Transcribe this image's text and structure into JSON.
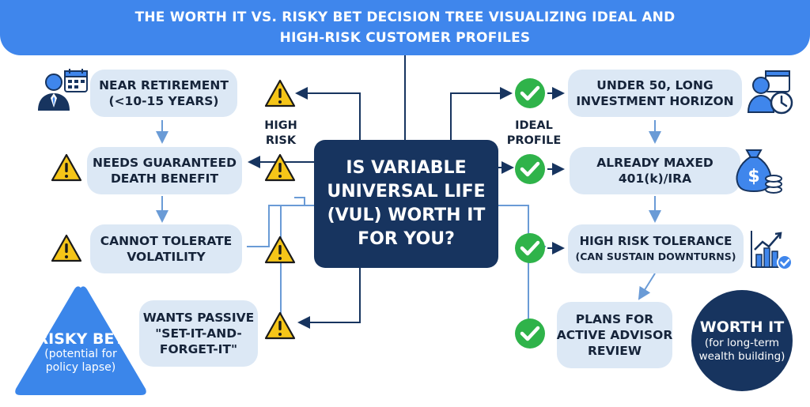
{
  "title": {
    "line1": "THE WORTH IT VS. RISKY BET DECISION TREE VISUALIZING IDEAL AND",
    "line2": "HIGH-RISK CUSTOMER PROFILES"
  },
  "center": {
    "line1": "IS VARIABLE",
    "line2": "UNIVERSAL LIFE",
    "line3": "(VUL) WORTH IT",
    "line4": "FOR YOU?"
  },
  "high_risk_label": {
    "line1": "HIGH",
    "line2": "RISK"
  },
  "ideal_label": {
    "line1": "IDEAL",
    "line2": "PROFILE"
  },
  "left_nodes": [
    {
      "line1": "NEAR RETIREMENT",
      "line2": "(<10-15 YEARS)"
    },
    {
      "line1": "NEEDS GUARANTEED",
      "line2": "DEATH BENEFIT"
    },
    {
      "line1": "CANNOT TOLERATE",
      "line2": "VOLATILITY"
    },
    {
      "line1": "WANTS PASSIVE",
      "line2": "\"SET-IT-AND-",
      "line3": "FORGET-IT\""
    }
  ],
  "right_nodes": [
    {
      "line1": "UNDER 50, LONG",
      "line2": "INVESTMENT HORIZON"
    },
    {
      "line1": "ALREADY MAXED",
      "line2": "401(k)/IRA"
    },
    {
      "line1": "HIGH RISK TOLERANCE",
      "line2": "(CAN SUSTAIN DOWNTURNS)"
    },
    {
      "line1": "PLANS FOR",
      "line2": "ACTIVE ADVISOR",
      "line3": "REVIEW"
    }
  ],
  "risky_bet": {
    "title": "RISKY BET",
    "line1": "(potential for",
    "line2": "policy lapse)"
  },
  "worth_it": {
    "title": "WORTH IT",
    "line1": "(for long-term",
    "line2": "wealth building)"
  },
  "colors": {
    "banner": "#3f86ec",
    "navy": "#17345f",
    "node_fill": "#dce8f5",
    "check_green": "#2fb34a",
    "warning_yellow": "#f5c518",
    "connector": "#6a9bd6",
    "risky_triangle": "#3b86ea"
  },
  "icons": [
    "businessman-calendar-icon",
    "person-calendar-clock-icon",
    "money-bag-coins-icon",
    "rising-chart-check-icon",
    "warning-icon",
    "check-icon"
  ]
}
